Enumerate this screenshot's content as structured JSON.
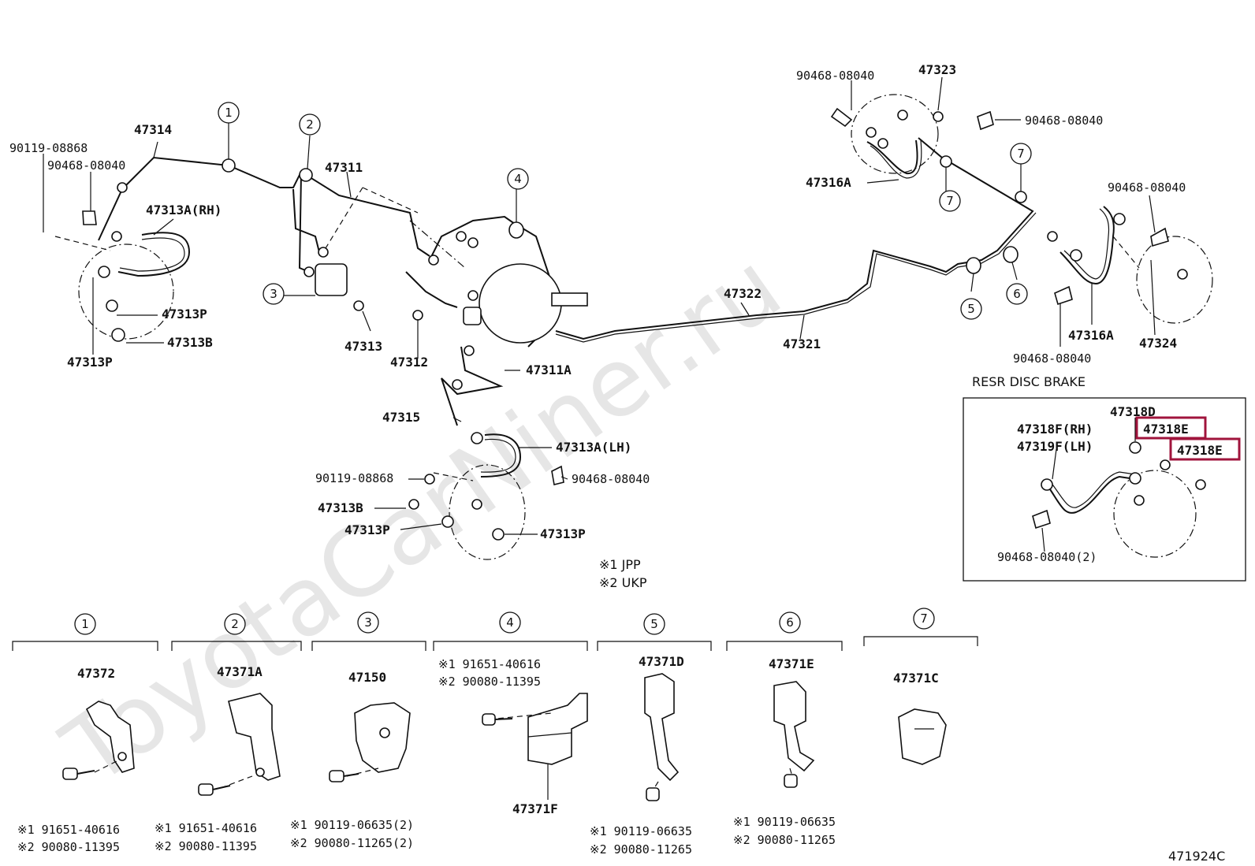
{
  "watermark": "ToyotaCarNiner.ru",
  "diagram_code": "471924C",
  "inset_title": "RESR DISC BRAKE",
  "notes": [
    "※1 JPP",
    "※2 UKP"
  ],
  "labels": {
    "p90119_08868_a": "90119-08868",
    "p90468_08040_a": "90468-08040",
    "p47314": "47314",
    "p47313a_rh": "47313A(RH)",
    "p47313p_a": "47313P",
    "p47313b_a": "47313B",
    "p47313p_b": "47313P",
    "p47311": "47311",
    "p47313": "47313",
    "p47312": "47312",
    "p47311a": "47311A",
    "p47315": "47315",
    "p47313a_lh": "47313A(LH)",
    "p90119_08868_b": "90119-08868",
    "p90468_08040_b": "90468-08040",
    "p47313b_b": "47313B",
    "p47313p_c": "47313P",
    "p47313p_d": "47313P",
    "p47322": "47322",
    "p47321": "47321",
    "p90468_08040_c": "90468-08040",
    "p47323": "47323",
    "p90468_08040_d": "90468-08040",
    "p47316a_a": "47316A",
    "p90468_08040_e": "90468-08040",
    "p47316a_b": "47316A",
    "p47324": "47324",
    "p90468_08040_f": "90468-08040",
    "p47318d": "47318D",
    "p47318f_rh": "47318F(RH)",
    "p47319f_lh": "47319F(LH)",
    "p47318e_a": "47318E",
    "p47318e_b": "47318E",
    "p90468_08040_2": "90468-08040(2)"
  },
  "callouts": [
    "1",
    "2",
    "3",
    "4",
    "5",
    "6",
    "7"
  ],
  "clamps": [
    {
      "no": "1",
      "part": "47372",
      "bolts": [
        "※1 91651-40616",
        "※2 90080-11395"
      ]
    },
    {
      "no": "2",
      "part": "47371A",
      "bolts": [
        "※1 91651-40616",
        "※2 90080-11395"
      ]
    },
    {
      "no": "3",
      "part": "47150",
      "bolts": [
        "※1 90119-06635(2)",
        "※2 90080-11265(2)"
      ]
    },
    {
      "no": "4",
      "part": "47371F",
      "bolts": [
        "※1 91651-40616",
        "※2 90080-11395"
      ]
    },
    {
      "no": "5",
      "part": "47371D",
      "bolts": [
        "※1 90119-06635",
        "※2 90080-11265"
      ]
    },
    {
      "no": "6",
      "part": "47371E",
      "bolts": [
        "※1 90119-06635",
        "※2 90080-11265"
      ]
    },
    {
      "no": "7",
      "part": "47371C",
      "bolts": []
    }
  ],
  "highlight_color": "#a0143c"
}
